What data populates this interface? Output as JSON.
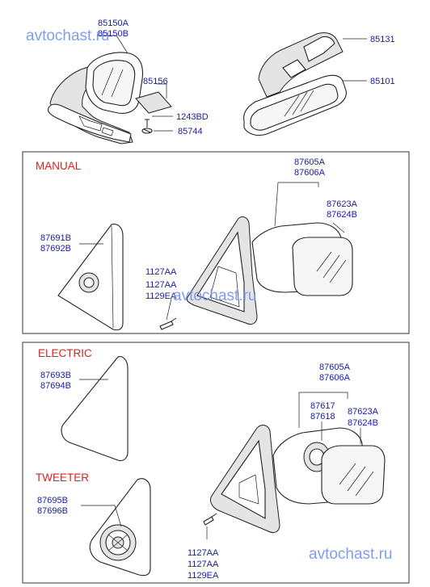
{
  "watermarks": [
    "avtochast.ru",
    "avtochast.ru",
    "avtochast.ru"
  ],
  "sections": {
    "manual": "MANUAL",
    "electric": "ELECTRIC",
    "tweeter": "TWEETER"
  },
  "labels": {
    "p85150A": "85150A",
    "p85150B": "85150B",
    "p85156": "85156",
    "p1243BD": "1243BD",
    "p85744": "85744",
    "p85131": "85131",
    "p85101": "85101",
    "m87605A": "87605A",
    "m87606A": "87606A",
    "m87623A": "87623A",
    "m87624B": "87624B",
    "m87691B": "87691B",
    "m87692B": "87692B",
    "m1127AA_1": "1127AA",
    "m1127AA_2": "1127AA",
    "m1129EA": "1129EA",
    "e87693B": "87693B",
    "e87694B": "87694B",
    "e87605A": "87605A",
    "e87606A": "87606A",
    "e87617": "87617",
    "e87618": "87618",
    "e87623A": "87623A",
    "e87624B": "87624B",
    "t87695B": "87695B",
    "t87696B": "87696B",
    "e1127AA_1": "1127AA",
    "e1127AA_2": "1127AA",
    "e1129EA": "1129EA"
  }
}
